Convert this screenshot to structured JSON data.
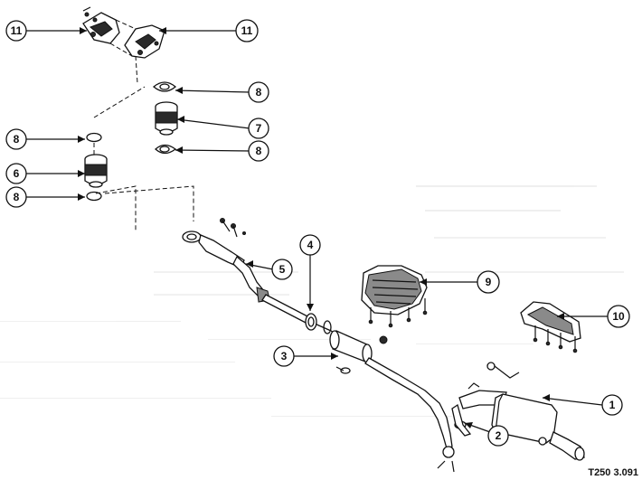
{
  "figure": {
    "reference_code": "T250 3.091",
    "callouts": [
      {
        "id": "callout-1",
        "label": "1",
        "part": "rear-muffler"
      },
      {
        "id": "callout-2",
        "label": "2",
        "part": "gasket-clamp"
      },
      {
        "id": "callout-3",
        "label": "3",
        "part": "center-resonator"
      },
      {
        "id": "callout-4",
        "label": "4",
        "part": "connector-seal"
      },
      {
        "id": "callout-5",
        "label": "5",
        "part": "front-downpipe"
      },
      {
        "id": "callout-6",
        "label": "6",
        "part": "catalytic-converter-left"
      },
      {
        "id": "callout-7",
        "label": "7",
        "part": "catalytic-converter-right"
      },
      {
        "id": "callout-8a",
        "label": "8",
        "part": "gasket-upper-right"
      },
      {
        "id": "callout-8b",
        "label": "8",
        "part": "gasket-left-upper"
      },
      {
        "id": "callout-8c",
        "label": "8",
        "part": "gasket-right-lower"
      },
      {
        "id": "callout-8d",
        "label": "8",
        "part": "gasket-left-lower"
      },
      {
        "id": "callout-9",
        "label": "9",
        "part": "manifold-bracket-left"
      },
      {
        "id": "callout-10",
        "label": "10",
        "part": "manifold-bracket-right"
      },
      {
        "id": "callout-11a",
        "label": "11",
        "part": "heat-shield-center"
      },
      {
        "id": "callout-11b",
        "label": "11",
        "part": "heat-shield-rear"
      }
    ]
  }
}
